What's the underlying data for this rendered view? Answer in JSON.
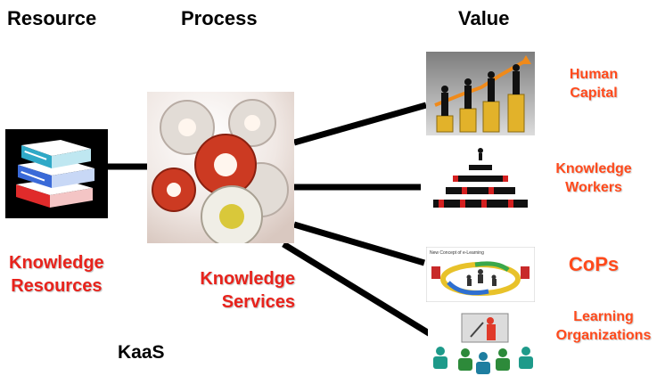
{
  "headers": {
    "resource": "Resource",
    "process": "Process",
    "value": "Value"
  },
  "left": {
    "label_line1": "Knowledge",
    "label_line2": "Resources"
  },
  "center": {
    "label_line1": "Knowledge",
    "label_line2": "Services"
  },
  "footer": {
    "kaas": "KaaS"
  },
  "values": [
    {
      "line1": "Human",
      "line2": "Capital"
    },
    {
      "line1": "Knowledge",
      "line2": "Workers"
    },
    {
      "line1": "CoPs",
      "line2": ""
    },
    {
      "line1": "Learning",
      "line2": "Organizations"
    }
  ],
  "cops_image_caption": "New Concept of e-Learning",
  "colors": {
    "label_red": "#e8231c",
    "label_orange": "#ff4a1c",
    "connector": "#000000"
  },
  "icons": [
    "books-icon",
    "gears-icon",
    "business-people-coins-icon",
    "people-pyramid-icon",
    "learning-cycle-icon",
    "teacher-classroom-icon"
  ]
}
